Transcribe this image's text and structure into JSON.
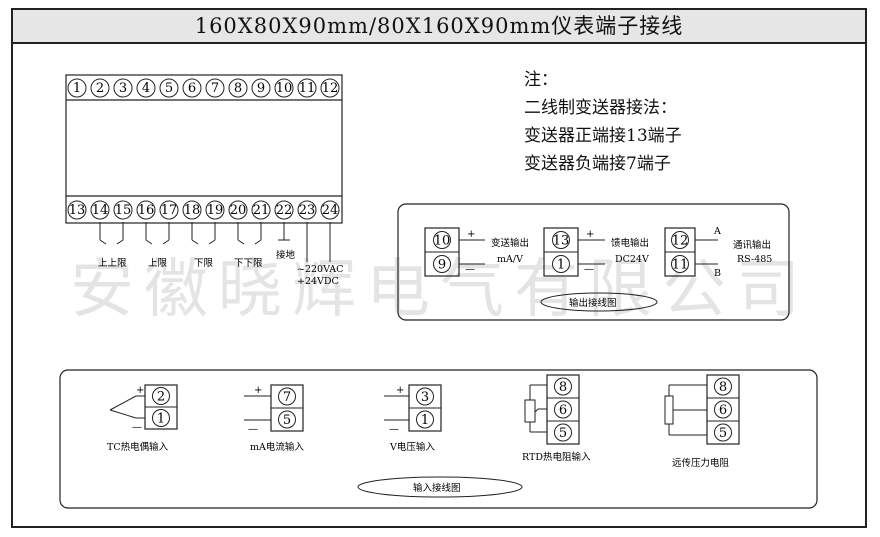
{
  "title": "160X80X90mm/80X160X90mm仪表端子接线",
  "watermark": "安徽晓辉电气有限公司",
  "notes": [
    "注：",
    "二线制变送器接法：",
    "变送器正端接13端子",
    "变送器负端接7端子"
  ],
  "top_terminals": [
    "1",
    "2",
    "3",
    "4",
    "5",
    "6",
    "7",
    "8",
    "9",
    "10",
    "11",
    "12"
  ],
  "bottom_terminals": [
    "13",
    "14",
    "15",
    "16",
    "17",
    "18",
    "19",
    "20",
    "21",
    "22",
    "23",
    "24"
  ],
  "relay_labels": [
    "上上限",
    "上限",
    "下限",
    "下下限",
    "接地"
  ],
  "power_labels": [
    "~220VAC",
    "+24VDC"
  ],
  "output": {
    "caption": "输出接线图",
    "transmitter": {
      "terminals": [
        "10",
        "9"
      ],
      "label": "变送输出",
      "unit": "mA/V"
    },
    "feed": {
      "terminals": [
        "13",
        "1"
      ],
      "label": "馈电输出",
      "unit": "DC24V"
    },
    "comm": {
      "terminals": [
        "12",
        "11"
      ],
      "label": "通讯输出",
      "unit": "RS-485",
      "pin_a": "A",
      "pin_b": "B"
    }
  },
  "polarity": {
    "plus": "+",
    "minus": "—"
  },
  "input": {
    "caption": "输入接线图",
    "tc": {
      "terminals": [
        "2",
        "1"
      ],
      "label": "TC热电偶输入"
    },
    "ma": {
      "terminals": [
        "7",
        "5"
      ],
      "label": "mA电流输入"
    },
    "v": {
      "terminals": [
        "3",
        "1"
      ],
      "label": "V电压输入"
    },
    "rtd": {
      "terminals": [
        "8",
        "6",
        "5"
      ],
      "label": "RTD热电阻输入"
    },
    "remote": {
      "terminals": [
        "8",
        "6",
        "5"
      ],
      "label": "远传压力电阻"
    }
  }
}
